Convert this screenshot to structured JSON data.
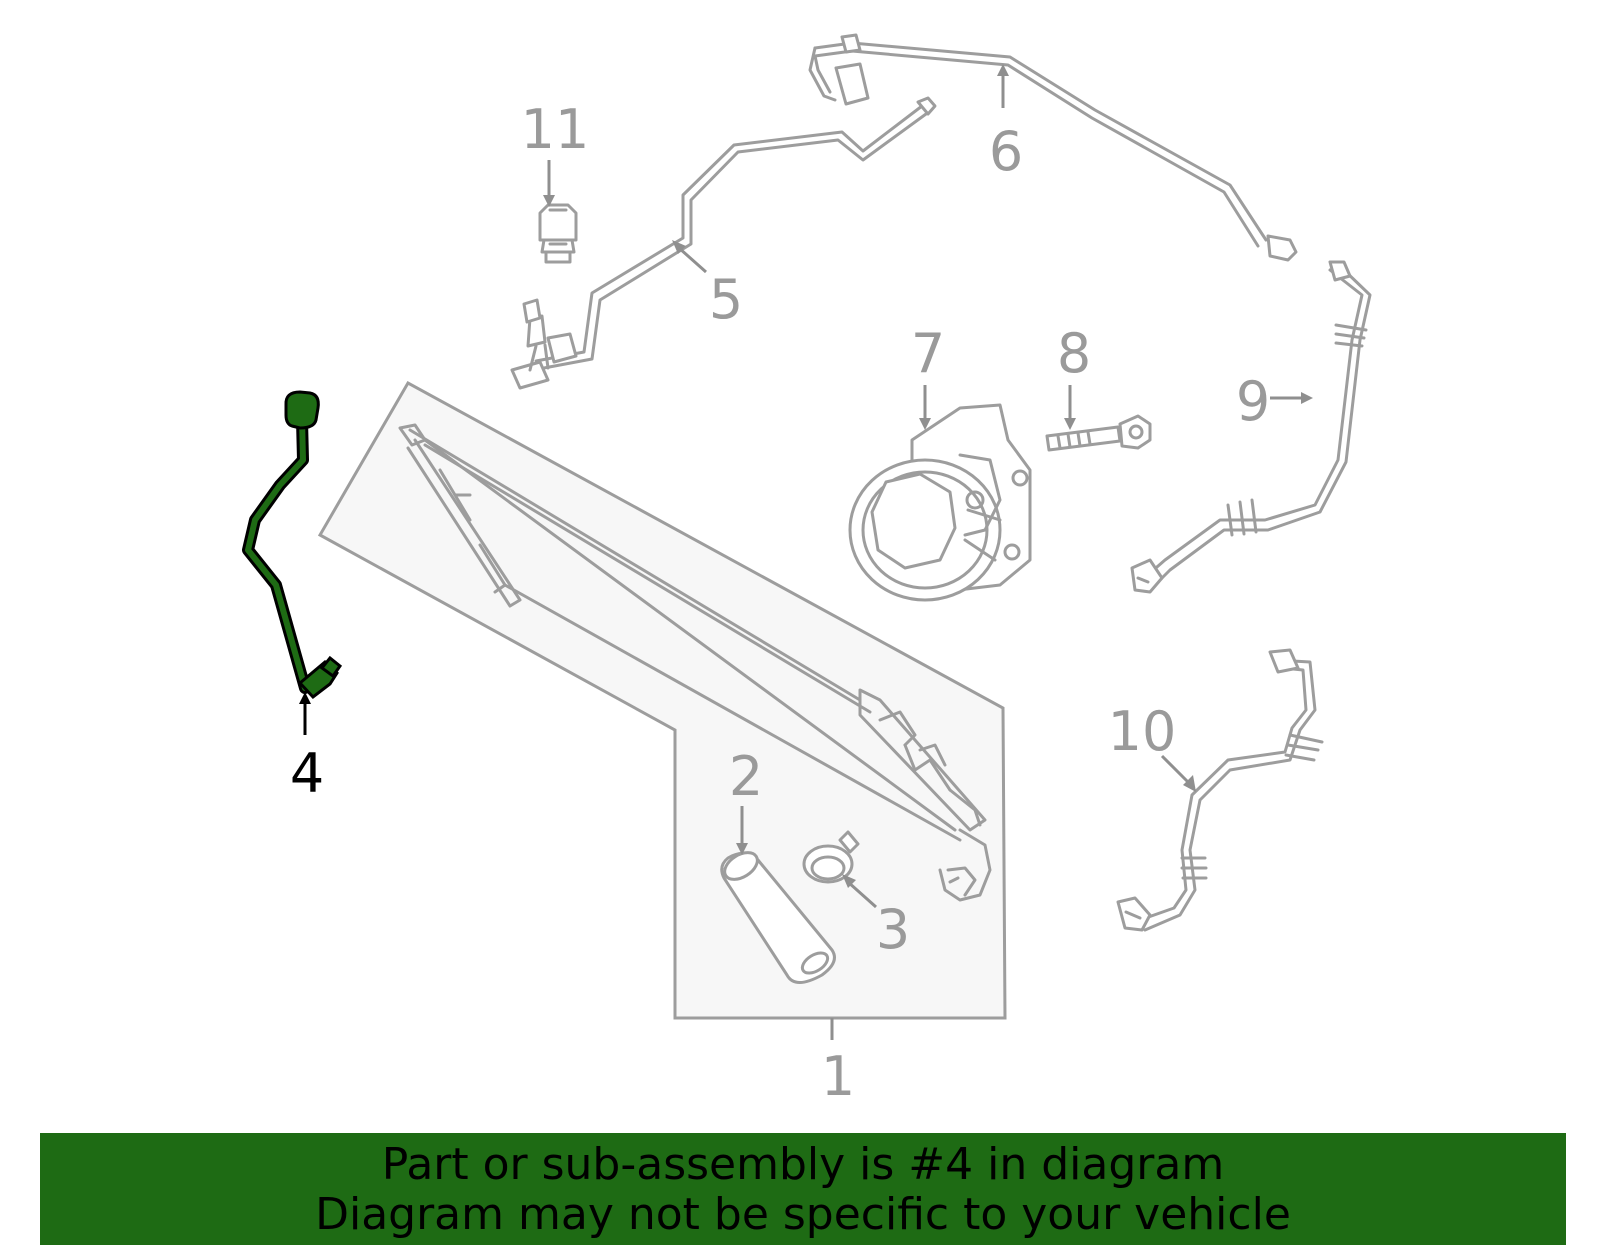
{
  "diagram": {
    "selected_part": "4",
    "labels": {
      "p1": "1",
      "p2": "2",
      "p3": "3",
      "p4": "4",
      "p5": "5",
      "p6": "6",
      "p7": "7",
      "p8": "8",
      "p9": "9",
      "p10": "10",
      "p11": "11"
    },
    "highlight_color": "#1e6b14"
  },
  "banner": {
    "line1": "Part or sub-assembly is #4 in diagram",
    "line2": "Diagram may not be specific to your vehicle",
    "background_color": "#1e6b14"
  }
}
